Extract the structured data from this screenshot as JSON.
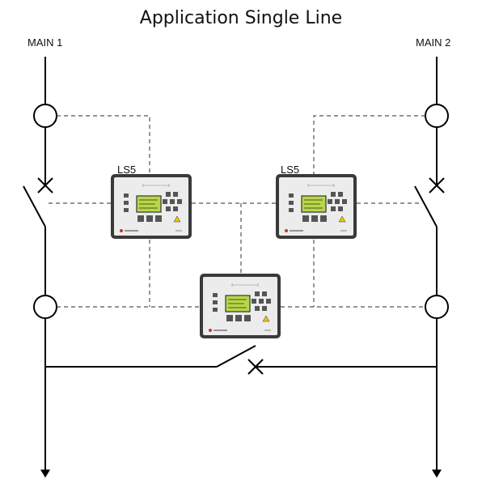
{
  "diagram": {
    "title": "Application Single Line",
    "mains": [
      {
        "label": "MAIN 1"
      },
      {
        "label": "MAIN 2"
      }
    ],
    "devices": [
      {
        "label": "LS5"
      },
      {
        "label": "LS5"
      },
      {
        "label": ""
      }
    ],
    "colors": {
      "line": "#000000",
      "dashed": "#555555",
      "bezel": "#3a3a3a",
      "panel": "#e8e8e8",
      "lcd": "#b9d64a",
      "warning": "#f2c200"
    }
  }
}
